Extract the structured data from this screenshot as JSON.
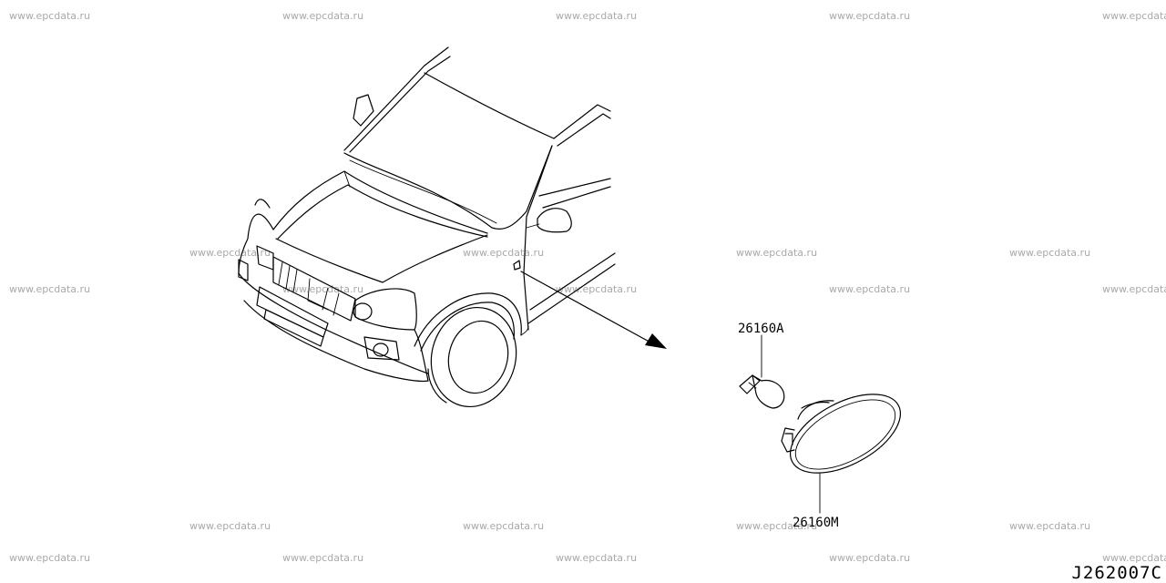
{
  "watermark": "www.epcdata.ru",
  "callouts": {
    "bulb": "26160A",
    "lamp": "26160M"
  },
  "diagram_code": "J262007C"
}
